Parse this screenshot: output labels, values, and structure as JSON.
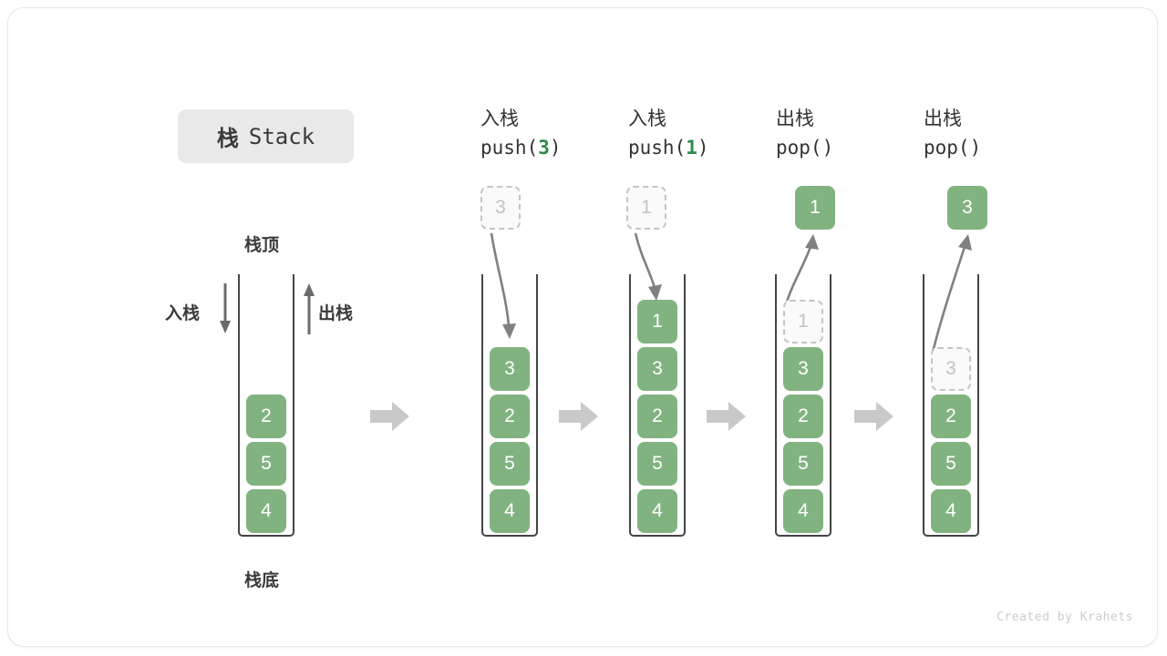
{
  "title": {
    "cn": "栈",
    "en": "Stack"
  },
  "colors": {
    "cell_green": "#81b380",
    "ghost_fill": "#fafafa",
    "ghost_border": "#c4c4c4",
    "ghost_text": "#c2c2c2",
    "arrow_gray": "#c9c9c9",
    "curve_gray": "#808080",
    "wall_dark": "#444444",
    "badge_bg": "#e9e9e9",
    "arg_green": "#2f8a4f"
  },
  "labels": {
    "top": "栈顶",
    "bottom": "栈底",
    "push_side": "入栈",
    "pop_side": "出栈"
  },
  "columns": [
    {
      "id": "initial",
      "head_line1": "",
      "head_line2_pre": "",
      "head_line2_arg": "",
      "head_line2_post": "",
      "stack": [
        "2",
        "5",
        "4"
      ],
      "ghost_index": -1,
      "float_value": "",
      "float_kind": "none",
      "direction": "none"
    },
    {
      "id": "push-3",
      "head_line1": "入栈",
      "head_line2_pre": "push(",
      "head_line2_arg": "3",
      "head_line2_post": ")",
      "stack": [
        "3",
        "2",
        "5",
        "4"
      ],
      "ghost_index": -1,
      "float_value": "3",
      "float_kind": "ghost",
      "direction": "down"
    },
    {
      "id": "push-1",
      "head_line1": "入栈",
      "head_line2_pre": "push(",
      "head_line2_arg": "1",
      "head_line2_post": ")",
      "stack": [
        "1",
        "3",
        "2",
        "5",
        "4"
      ],
      "ghost_index": -1,
      "float_value": "1",
      "float_kind": "ghost",
      "direction": "down"
    },
    {
      "id": "pop-1",
      "head_line1": "出栈",
      "head_line2_pre": "pop(",
      "head_line2_arg": "",
      "head_line2_post": ")",
      "stack": [
        "1",
        "3",
        "2",
        "5",
        "4"
      ],
      "ghost_index": 0,
      "float_value": "1",
      "float_kind": "solid",
      "direction": "up"
    },
    {
      "id": "pop-2",
      "head_line1": "出栈",
      "head_line2_pre": "pop(",
      "head_line2_arg": "",
      "head_line2_post": ")",
      "stack": [
        "3",
        "2",
        "5",
        "4"
      ],
      "ghost_index": 0,
      "float_value": "3",
      "float_kind": "solid",
      "direction": "up"
    }
  ],
  "footer": "Created by Krahets"
}
